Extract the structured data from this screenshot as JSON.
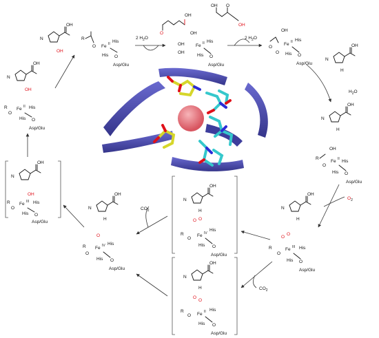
{
  "labels": {
    "his": "His",
    "asp_glu": "Asp/Glu",
    "oh": "OH",
    "r": "R",
    "o": "O",
    "h": "H",
    "n": "N",
    "fe_ii": "Fe",
    "ox_ii": "II",
    "ox_iii": "III",
    "ox_iv": "IV",
    "oh2": "OH",
    "h2o_lig": "H",
    "two_h2o_in": "2 H",
    "two_h2o_out": "2 H",
    "h2o_out": "H",
    "o2": "O",
    "co2_a": "CO",
    "co2_b": "CO",
    "sub2": "2",
    "h_ring": "H"
  },
  "colors": {
    "protein": "#4a4aa8",
    "carbon_cyan": "#35c8cc",
    "carbon_yellow": "#d6d62a",
    "iron": "#e8707a",
    "oxygen": "#e0101a",
    "nitrogen": "#2b2bd6"
  }
}
